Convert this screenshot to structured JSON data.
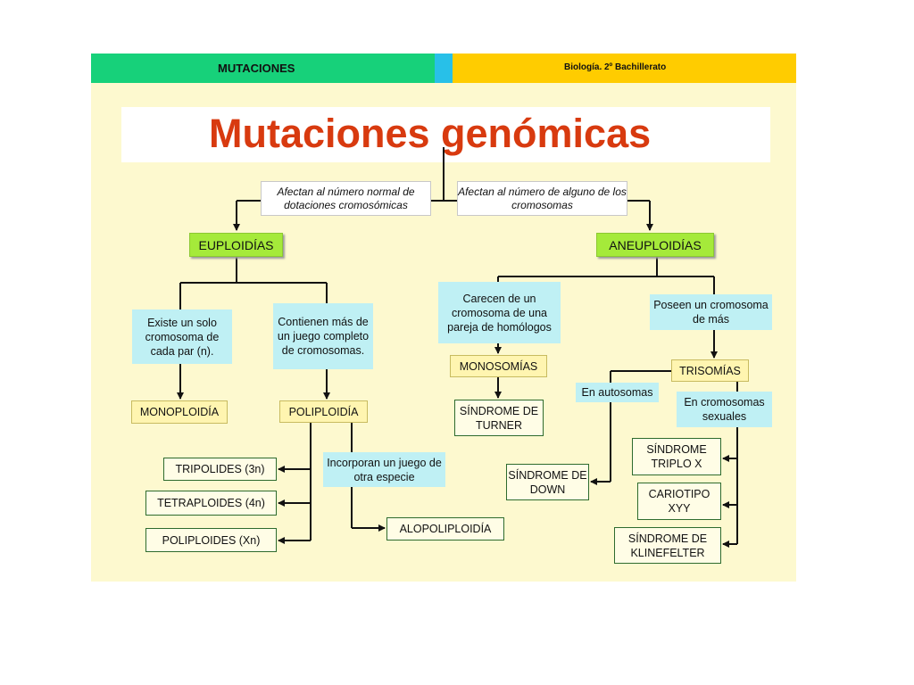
{
  "header": {
    "left_title": "MUTACIONES",
    "right_title": "Biología. 2º Bachillerato"
  },
  "title": "Mutaciones genómicas",
  "branches": {
    "left_criterion": "Afectan al número normal de dotaciones cromosómicas",
    "right_criterion": "Afectan al número de alguno de los cromosomas"
  },
  "euploidias": {
    "label": "EUPLOIDÍAS",
    "single_desc": "Existe un solo cromosoma de cada par (n).",
    "multi_desc": "Contienen más de un juego completo de cromosomas.",
    "monoploidia": "MONOPLOIDÍA",
    "poliploidia": "POLIPLOIDÍA",
    "types": [
      "TRIPOLIDES (3n)",
      "TETRAPLOIDES (4n)",
      "POLIPLOIDES (Xn)"
    ],
    "other_species_desc": "Incorporan un juego de otra especie",
    "alopoliploidia": "ALOPOLIPLOIDÍA"
  },
  "aneuploidias": {
    "label": "ANEUPLOIDÍAS",
    "lack_desc": "Carecen de un cromosoma de una pareja de homólogos",
    "monosomias": "MONOSOMÍAS",
    "turner": "SÍNDROME DE TURNER",
    "extra_desc": "Poseen un cromosoma de más",
    "trisomias": "TRISOMÍAS",
    "autosomas": "En autosomas",
    "sexuales": "En cromosomas sexuales",
    "down": "SÍNDROME DE DOWN",
    "triplo_x": "SÍNDROME TRIPLO X",
    "xyy": "CARIOTIPO XYY",
    "klinefelter": "SÍNDROME DE KLINEFELTER"
  },
  "colors": {
    "header_green": "#17d17a",
    "header_yellow": "#ffcc00",
    "header_blue": "#28c0e8",
    "background": "#fdf9cf",
    "title_red": "#d83a0f",
    "highlight_green": "#a5ea3a",
    "cyan_box": "#bff0f4"
  }
}
